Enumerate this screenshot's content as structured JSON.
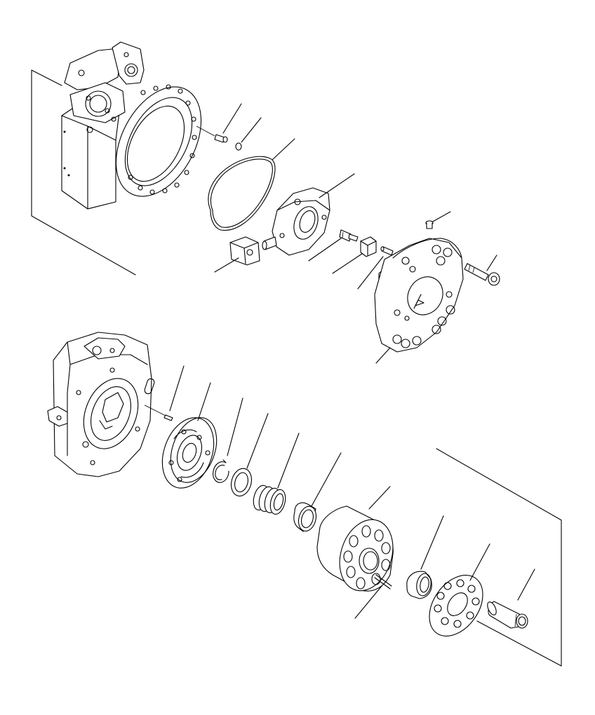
{
  "diagram": {
    "kind": "exploded-view",
    "callout_labels": [],
    "parts": [
      {
        "id": "motor-case"
      },
      {
        "id": "pin"
      },
      {
        "id": "small-o-ring"
      },
      {
        "id": "large-o-ring"
      },
      {
        "id": "swash-plate-support"
      },
      {
        "id": "stopper-block"
      },
      {
        "id": "bolt"
      },
      {
        "id": "block"
      },
      {
        "id": "dowel-pin"
      },
      {
        "id": "end-cover"
      },
      {
        "id": "plug"
      },
      {
        "id": "socket-bolt"
      },
      {
        "id": "valve-cover"
      },
      {
        "id": "pin-2"
      },
      {
        "id": "valve-plate"
      },
      {
        "id": "snap-ring"
      },
      {
        "id": "washer"
      },
      {
        "id": "spring"
      },
      {
        "id": "bushing"
      },
      {
        "id": "cylinder-block"
      },
      {
        "id": "needle-pin"
      },
      {
        "id": "spherical-bushing"
      },
      {
        "id": "retainer-plate"
      },
      {
        "id": "piston"
      }
    ]
  }
}
